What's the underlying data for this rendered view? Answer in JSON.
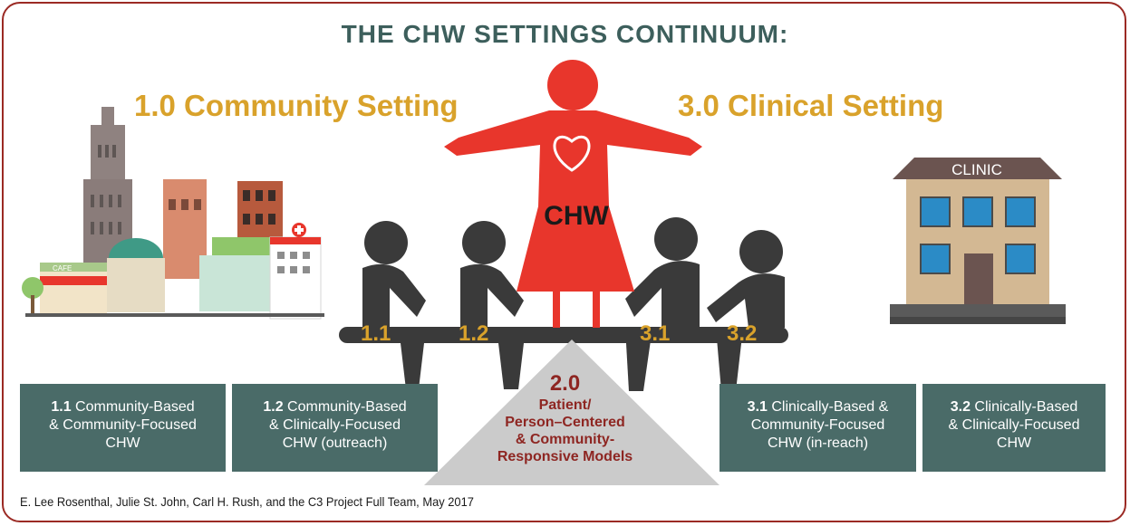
{
  "title": "THE CHW SETTINGS CONTINUUM:",
  "settings": {
    "community": "1.0 Community Setting",
    "clinical": "3.0 Clinical Setting"
  },
  "figure": {
    "center_label": "CHW",
    "clinic_sign": "CLINIC",
    "cafe_sign": "CAFE"
  },
  "seat_labels": [
    "1.1",
    "1.2",
    "3.1",
    "3.2"
  ],
  "boxes": [
    {
      "num": "1.1",
      "text1": " Community-Based",
      "text2": "& Community-Focused",
      "text3": "CHW"
    },
    {
      "num": "1.2",
      "text1": " Community-Based",
      "text2": "& Clinically-Focused",
      "text3": "CHW (outreach)"
    },
    {
      "num": "3.1",
      "text1": " Clinically-Based &",
      "text2": "Community-Focused",
      "text3": "CHW (in-reach)"
    },
    {
      "num": "3.2",
      "text1": " Clinically-Based",
      "text2": "& Clinically-Focused",
      "text3": "CHW"
    }
  ],
  "center": {
    "num": "2.0",
    "line1": "Patient/",
    "line2": "Person–Centered",
    "line3": "& Community-",
    "line4": "Responsive Models"
  },
  "credit": "E. Lee Rosenthal, Julie St. John, Carl H. Rush, and the C3 Project Full Team, May 2017",
  "colors": {
    "teal": "#4a6b68",
    "gold": "#d9a22b",
    "red": "#e8362c",
    "dark_red": "#8e2622",
    "gray": "#3a3a3a"
  }
}
